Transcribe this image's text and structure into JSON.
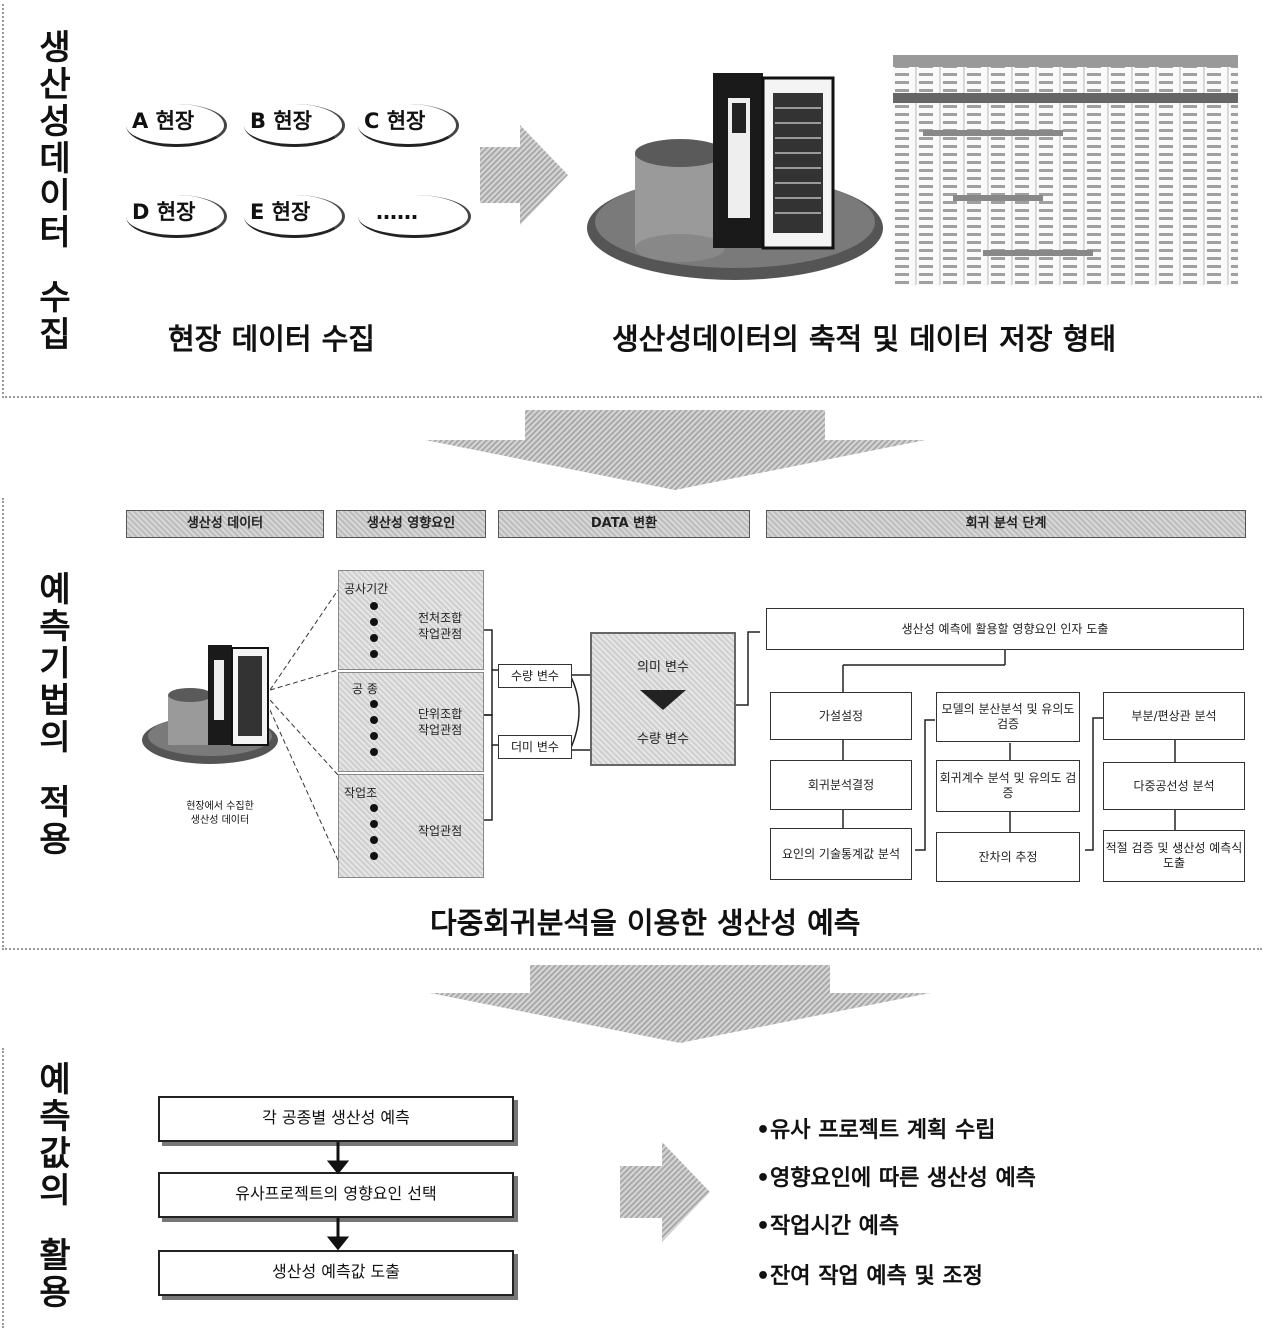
{
  "section1": {
    "side_title": [
      "생",
      "산",
      "성",
      "데",
      "이",
      "터",
      "",
      "수",
      "집"
    ],
    "fields": [
      "A 현장",
      "B 현장",
      "C 현장",
      "D 현장",
      "E 현장",
      "……"
    ],
    "caption_left": "현장 데이터 수집",
    "caption_right": "생산성데이터의 축적 및 데이터 저장 형태"
  },
  "section2": {
    "side_title": [
      "예",
      "측",
      "기",
      "법",
      "의",
      "",
      "적",
      "용"
    ],
    "headers": [
      "생산성 데이터",
      "생산성 영향요인",
      "DATA 변환",
      "회귀 분석 단계"
    ],
    "db_caption": [
      "현장에서 수집한",
      "생산성 데이터"
    ],
    "factor_groups": [
      {
        "title": "공사기간",
        "note": [
          "전처조합",
          "작업관점"
        ]
      },
      {
        "title": "공 종",
        "note": [
          "단위조합",
          "작업관점"
        ]
      },
      {
        "title": "작업조",
        "note": [
          "작업관점"
        ]
      }
    ],
    "var_labels": [
      "수량 변수",
      "더미 변수"
    ],
    "convert": {
      "top": "의미 변수",
      "bottom": "수량 변수"
    },
    "regression": {
      "top": "생산성 예측에 활용할 영향요인 인자 도출",
      "col1": [
        "가설설정",
        "회귀분석결정",
        "요인의 기술통계값 분석"
      ],
      "col2": [
        "모델의 분산분석 및 유의도 검증",
        "회귀계수 분석 및 유의도 검증",
        "잔차의 추정"
      ],
      "col3": [
        "부분/편상관 분석",
        "다중공선성 분석",
        "적절 검증 및 생산성 예측식 도출"
      ]
    },
    "caption": "다중회귀분석을 이용한 생산성 예측"
  },
  "section3": {
    "side_title": [
      "예",
      "측",
      "값",
      "의",
      "",
      "활",
      "용"
    ],
    "flow": [
      "각 공종별 생산성 예측",
      "유사프로젝트의 영향요인 선택",
      "생산성 예측값 도출"
    ],
    "bullets": [
      "•유사 프로젝트 계획 수립",
      "•영향요인에 따른 생산성 예측",
      "•작업시간 예측",
      "•잔여 작업 예측 및 조정"
    ]
  }
}
